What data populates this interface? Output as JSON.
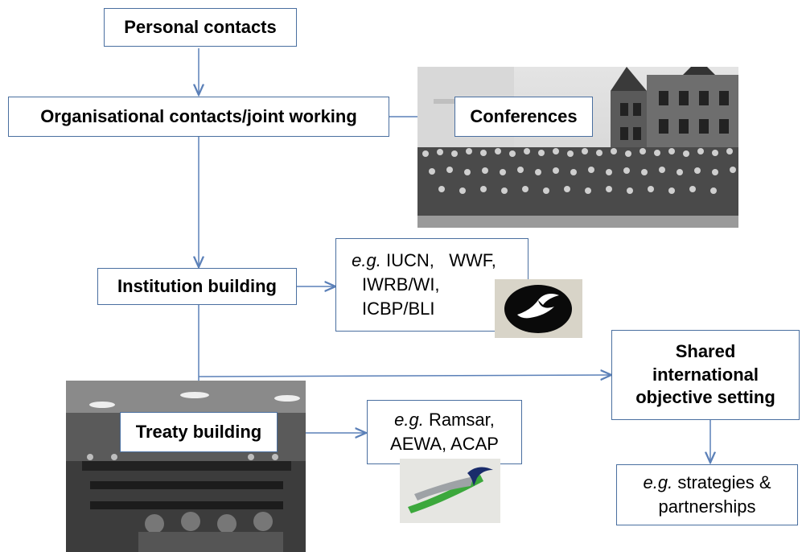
{
  "nodes": {
    "personal_contacts": "Personal contacts",
    "organisational": "Organisational contacts/joint working",
    "conferences": "Conferences",
    "institution_building": "Institution building",
    "treaty_building": "Treaty building",
    "shared_objective": [
      "Shared",
      "international",
      "objective setting"
    ]
  },
  "examples": {
    "institutions": {
      "prefix": "e.g.",
      "lines": [
        "IUCN,   WWF,",
        "IWRB/WI,",
        "ICBP/BLI"
      ]
    },
    "treaties": {
      "prefix": "e.g.",
      "lines": [
        "Ramsar,",
        "AEWA, ACAP"
      ]
    },
    "strategies": {
      "prefix": "e.g.",
      "lines": [
        "strategies &",
        "partnerships"
      ]
    }
  },
  "colors": {
    "arrow": "#5b80b8",
    "border": "#4a6fa0"
  }
}
